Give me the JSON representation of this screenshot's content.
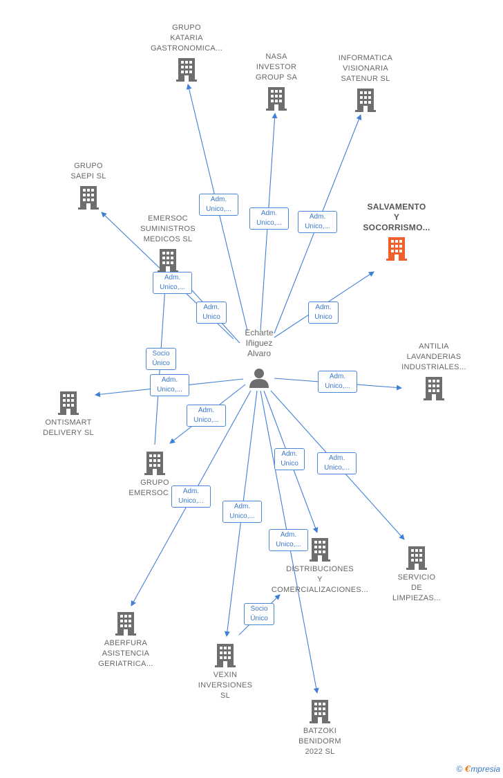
{
  "person": {
    "lines": [
      "Echarte",
      "Iñiguez",
      "Alvaro"
    ]
  },
  "companies": {
    "kataria": [
      "GRUPO",
      "KATARIA",
      "GASTRONOMICA..."
    ],
    "nasa": [
      "NASA",
      "INVESTOR",
      "GROUP SA"
    ],
    "informatica": [
      "INFORMATICA",
      "VISIONARIA",
      "SATENUR  SL"
    ],
    "saepi": [
      "GRUPO",
      "SAEPI  SL"
    ],
    "emersoc_sum": [
      "EMERSOC",
      "SUMINISTROS",
      "MEDICOS  SL"
    ],
    "salvamento": [
      "SALVAMENTO",
      "Y",
      "SOCORRISMO..."
    ],
    "antilia": [
      "ANTILIA",
      "LAVANDERIAS",
      "INDUSTRIALES..."
    ],
    "ontismart": [
      "ONTISMART",
      "DELIVERY  SL"
    ],
    "grupo_emersoc": [
      "GRUPO",
      "EMERSOC  SL"
    ],
    "servicio": [
      "SERVICIO",
      "DE",
      "LIMPIEZAS..."
    ],
    "distribuciones": [
      "DISTRIBUCIONES",
      "Y",
      "COMERCIALIZACIONES..."
    ],
    "aberfura": [
      "ABERFURA",
      "ASISTENCIA",
      "GERIATRICA..."
    ],
    "vexin": [
      "VEXIN",
      "INVERSIONES",
      "SL"
    ],
    "batzoki": [
      "BATZOKI",
      "BENIDORM",
      "2022  SL"
    ]
  },
  "relations": {
    "kataria": [
      "Adm.",
      "Unico,..."
    ],
    "nasa": [
      "Adm.",
      "Unico,..."
    ],
    "informatica": [
      "Adm.",
      "Unico,..."
    ],
    "saepi": [
      "Adm.",
      "Unico,..."
    ],
    "emersoc_sum": [
      "Adm.",
      "Unico"
    ],
    "salvamento": [
      "Adm.",
      "Unico"
    ],
    "socio_emersoc": [
      "Socio",
      "Único"
    ],
    "ontismart": [
      "Adm.",
      "Unico,..."
    ],
    "antilia": [
      "Adm.",
      "Unico,..."
    ],
    "grupo_emersoc": [
      "Adm.",
      "Unico,..."
    ],
    "distribuciones": [
      "Adm.",
      "Unico"
    ],
    "servicio": [
      "Adm.",
      "Unico,..."
    ],
    "aberfura": [
      "Adm.",
      "Unico,..."
    ],
    "vexin": [
      "Adm.",
      "Unico,..."
    ],
    "batzoki": [
      "Adm.",
      "Unico,..."
    ],
    "socio_vexin": [
      "Socio",
      "Único"
    ]
  },
  "colors": {
    "edge": "#3f7fd6",
    "building": "#6e6e6e",
    "highlight": "#f0602c",
    "tag_border": "#4a86d8"
  },
  "footer": {
    "symbol": "©",
    "brand_initial": "€",
    "brand_rest": "mpresia"
  }
}
